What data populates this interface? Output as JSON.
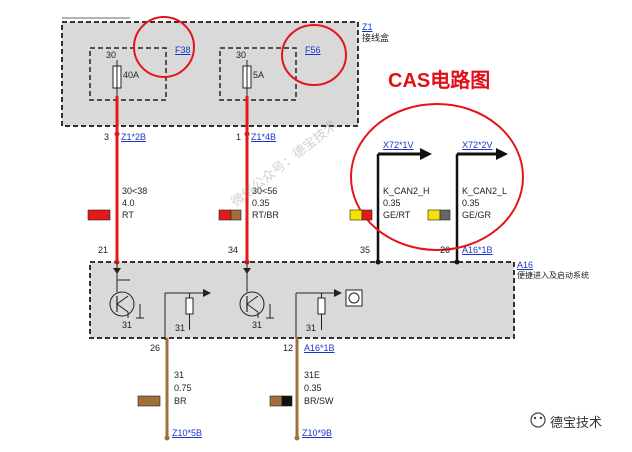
{
  "title": "CAS电路图",
  "z1": {
    "id": "Z1",
    "name": "接线盒"
  },
  "fuses": [
    {
      "id": "F38",
      "pin": "30",
      "rating": "40A"
    },
    {
      "id": "F56",
      "pin": "30",
      "rating": "5A"
    }
  ],
  "wires": [
    {
      "top_pin": "3",
      "top_conn": "Z1*2B",
      "circuit": "30<38",
      "gauge": "4.0",
      "color": "RT",
      "bottom_pin": "21"
    },
    {
      "top_pin": "1",
      "top_conn": "Z1*4B",
      "circuit": "30<56",
      "gauge": "0.35",
      "color": "RT/BR",
      "bottom_pin": "34"
    },
    {
      "top_conn": "X72*1V",
      "circuit": "K_CAN2_H",
      "gauge": "0.35",
      "color": "GE/RT",
      "bottom_pin": "35"
    },
    {
      "top_conn": "X72*2V",
      "circuit": "K_CAN2_L",
      "gauge": "0.35",
      "color": "GE/GR",
      "bottom_pin": "26",
      "bottom_conn": "A16*1B"
    }
  ],
  "a16": {
    "id": "A16",
    "name": "便捷进入及启动系统",
    "ground_label": "31"
  },
  "lower_wires": [
    {
      "top_pin": "26",
      "circuit": "31",
      "gauge": "0.75",
      "color": "BR",
      "bottom_conn": "Z10*5B"
    },
    {
      "top_pin": "12",
      "top_conn": "A16*1B",
      "circuit": "31E",
      "gauge": "0.35",
      "color": "BR/SW",
      "bottom_conn": "Z10*9B"
    }
  ],
  "watermark": {
    "text": "德宝技术",
    "diag": "微信公众号：德宝技术"
  },
  "colors": {
    "red_wire": "#e21a1a",
    "brown_wire": "#a0703a",
    "box_gray": "#d9d9d9",
    "highlight_red": "#e5141c",
    "link_blue": "#1a35c8"
  }
}
